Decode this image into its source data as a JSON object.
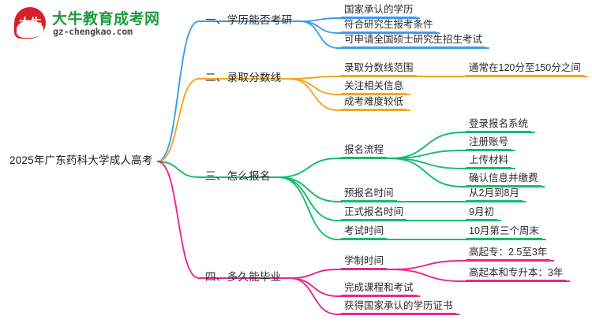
{
  "logo": {
    "mark_text": "大牛",
    "brand": "大牛教育成考网",
    "url": "gz-chengkao.com",
    "mark_color": "#d6202a",
    "brand_color": "#1a9d3c"
  },
  "mindmap": {
    "root": {
      "label": "2025年广东药科大学成人高考"
    },
    "branches": [
      {
        "label": "一、学历能否考研",
        "color": "#3d9bf0",
        "color_name": "blue",
        "children": [
          {
            "label": "国家承认的学历",
            "children": []
          },
          {
            "label": "符合研究生报考条件",
            "children": []
          },
          {
            "label": "可申请全国硕士研究生招生考试",
            "children": []
          }
        ]
      },
      {
        "label": "二、录取分数线",
        "color": "#efa722",
        "color_name": "orange",
        "children": [
          {
            "label": "录取分数线范围",
            "children": [
              {
                "label": "通常在120分至150分之间"
              }
            ]
          },
          {
            "label": "关注相关信息",
            "children": []
          },
          {
            "label": "成考难度较低",
            "children": []
          }
        ]
      },
      {
        "label": "三、怎么报名",
        "color": "#12bd6e",
        "color_name": "green",
        "children": [
          {
            "label": "报名流程",
            "children": [
              {
                "label": "登录报名系统"
              },
              {
                "label": "注册账号"
              },
              {
                "label": "上传材料"
              },
              {
                "label": "确认信息并缴费"
              }
            ]
          },
          {
            "label": "预报名时间",
            "children": [
              {
                "label": "从2月到8月"
              }
            ]
          },
          {
            "label": "正式报名时间",
            "children": [
              {
                "label": "9月初"
              }
            ]
          },
          {
            "label": "考试时间",
            "children": [
              {
                "label": "10月第三个周末"
              }
            ]
          }
        ]
      },
      {
        "label": "四、多久能毕业",
        "color": "#ee2585",
        "color_name": "pink",
        "children": [
          {
            "label": "学制时间",
            "children": [
              {
                "label": "高起专：2.5至3年"
              },
              {
                "label": "高起本和专升本：3年"
              }
            ]
          },
          {
            "label": "完成课程和考试",
            "children": []
          },
          {
            "label": "获得国家承认的学历证书",
            "children": []
          }
        ]
      }
    ]
  }
}
